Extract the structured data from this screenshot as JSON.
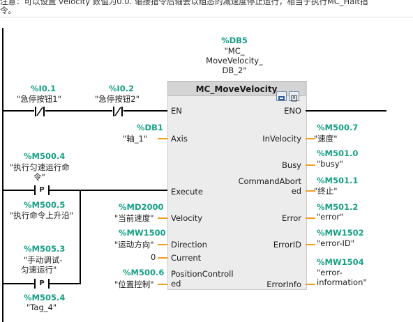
{
  "top_note": {
    "line1": "注意：可以设置 velocity 数值为0.0. 轴接指令后轴会以组态的减速度停止运行，相当于执行MC_Halt指",
    "line2": "令。"
  },
  "instance_db": {
    "address": "%DB5",
    "name": "\"MC_",
    "name2": "MoveVelocity_",
    "name3": "DB_2\""
  },
  "block": {
    "title": "MC_MoveVelocity"
  },
  "contacts": {
    "estop1": {
      "address": "%I0.1",
      "symbol": "\"急停按钮1\""
    },
    "estop2": {
      "address": "%I0.2",
      "symbol": "\"急停按钮2\""
    },
    "exec_cmd": {
      "address": "%M500.4",
      "symbol": "\"执行匀速运行命",
      "symbol2": "令\""
    },
    "exec_edge": {
      "address": "%M500.5",
      "symbol": "\"执行命令上升沿\""
    },
    "manual": {
      "address": "%M505.3",
      "symbol": "\"手动调试-",
      "symbol2": "匀速运行\""
    },
    "tag4": {
      "address": "%M505.4",
      "symbol": "\"Tag_4\""
    },
    "p_label": "P"
  },
  "inputs": {
    "en": "EN",
    "axis": {
      "pin": "Axis",
      "address": "%DB1",
      "symbol": "\"轴_1\""
    },
    "execute": {
      "pin": "Execute"
    },
    "velocity": {
      "pin": "Velocity",
      "address": "%MD2000",
      "symbol": "\"当前速度\""
    },
    "direction": {
      "pin": "Direction",
      "address": "%MW1500",
      "symbol": "\"运动方向\""
    },
    "current": {
      "pin": "Current",
      "value": "0"
    },
    "position_controlled": {
      "pin": "PositionControll",
      "pin2": "ed",
      "address": "%M500.6",
      "symbol": "\"位置控制\""
    }
  },
  "outputs": {
    "eno": "ENO",
    "invelocity": {
      "pin": "InVelocity",
      "address": "%M500.7",
      "symbol": "\"速度\""
    },
    "busy": {
      "pin": "Busy",
      "address": "%M501.0",
      "symbol": "\"busy\""
    },
    "commandaborted": {
      "pin": "CommandAbort",
      "pin2": "ed",
      "address": "%M501.1",
      "symbol": "\"终止\""
    },
    "error": {
      "pin": "Error",
      "address": "%M501.2",
      "symbol": "\"error\""
    },
    "errorid": {
      "pin": "ErrorID",
      "address": "%MW1502",
      "symbol": "\"error-ID\""
    },
    "errorinfo": {
      "pin": "ErrorInfo",
      "address": "%MW1504",
      "symbol": "\"error-",
      "symbol2": "information\""
    }
  },
  "colors": {
    "address": "#16a085",
    "stub": "#f0a020",
    "block_bg": "#ececec",
    "header_bg": "#d4d4d4"
  },
  "icons": [
    "block-info-icon",
    "block-config-icon"
  ]
}
